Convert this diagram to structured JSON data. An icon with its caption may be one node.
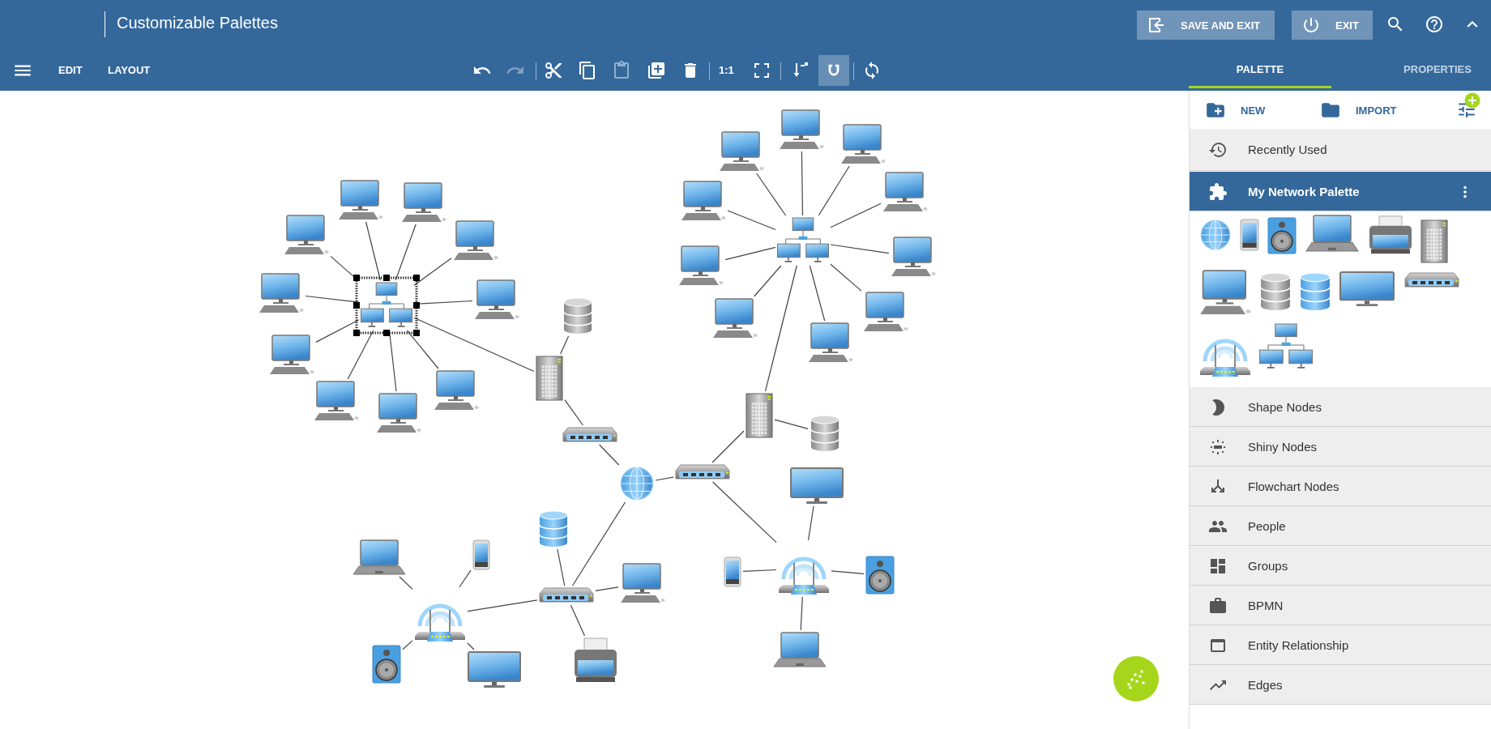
{
  "diagram": {
    "title": "Customizable Palettes",
    "nodes": [
      {
        "text": [],
        "shape": "picture"
      },
      {
        "text": [],
        "shape": "picture"
      },
      {
        "text": [],
        "shape": "picture"
      },
      {
        "text": [],
        "shape": "picture"
      },
      {
        "text": [],
        "shape": "picture"
      },
      {
        "text": [],
        "shape": "picture"
      },
      {
        "text": [],
        "shape": "picture"
      },
      {
        "text": [],
        "shape": "picture"
      },
      {
        "text": [],
        "shape": "picture"
      },
      {
        "text": [],
        "shape": "picture"
      },
      {
        "text": [],
        "shape": "picture"
      },
      {
        "text": [],
        "shape": "picture"
      },
      {
        "text": [],
        "shape": "picture"
      },
      {
        "text": [],
        "shape": "picture"
      },
      {
        "text": [],
        "shape": "picture"
      },
      {
        "text": [],
        "shape": "picture"
      },
      {
        "text": [],
        "shape": "picture"
      },
      {
        "text": [],
        "shape": "picture"
      },
      {
        "text": [],
        "shape": "picture"
      },
      {
        "text": [],
        "shape": "picture"
      },
      {
        "text": [],
        "shape": "picture"
      },
      {
        "text": [],
        "shape": "picture"
      },
      {
        "text": [],
        "shape": "picture"
      },
      {
        "text": [],
        "shape": "picture"
      },
      {
        "text": [],
        "shape": "picture"
      },
      {
        "text": [],
        "shape": "picture"
      },
      {
        "text": [],
        "shape": "picture"
      },
      {
        "text": [],
        "shape": "picture"
      },
      {
        "text": [],
        "shape": "picture"
      },
      {
        "text": [],
        "shape": "picture"
      },
      {
        "text": [],
        "shape": "picture"
      },
      {
        "text": [],
        "shape": "picture"
      },
      {
        "text": [],
        "shape": "picture"
      },
      {
        "text": [],
        "shape": "picture"
      },
      {
        "text": [],
        "shape": "picture"
      },
      {
        "text": [],
        "shape": "picture"
      },
      {
        "text": [],
        "shape": "picture"
      },
      {
        "text": [],
        "shape": "picture"
      },
      {
        "text": [],
        "shape": "picture"
      },
      {
        "text": [],
        "shape": "picture"
      },
      {
        "text": [],
        "shape": "picture"
      },
      {
        "text": [],
        "shape": "picture"
      },
      {
        "text": [],
        "shape": "picture"
      }
    ],
    "edges": [
      {
        "from": 0,
        "to": 1,
        "arrow": "none"
      },
      {
        "from": 0,
        "to": 2,
        "arrow": "none"
      },
      {
        "from": 0,
        "to": 3,
        "arrow": "none"
      },
      {
        "from": 0,
        "to": 4,
        "arrow": "none"
      },
      {
        "from": 0,
        "to": 5,
        "arrow": "none"
      },
      {
        "from": 0,
        "to": 6,
        "arrow": "none"
      },
      {
        "from": 0,
        "to": 7,
        "arrow": "none"
      },
      {
        "from": 0,
        "to": 8,
        "arrow": "none"
      },
      {
        "from": 0,
        "to": 9,
        "arrow": "none"
      },
      {
        "from": 0,
        "to": 10,
        "arrow": "none"
      },
      {
        "from": 0,
        "to": 12,
        "arrow": "none"
      },
      {
        "from": 11,
        "to": 12,
        "arrow": "none"
      },
      {
        "from": 12,
        "to": 13,
        "arrow": "none"
      },
      {
        "from": 13,
        "to": 14,
        "arrow": "none"
      },
      {
        "from": 14,
        "to": 15,
        "arrow": "none"
      },
      {
        "from": 15,
        "to": 16,
        "arrow": "none"
      },
      {
        "from": 16,
        "to": 17,
        "arrow": "none"
      },
      {
        "from": 16,
        "to": 18,
        "arrow": "none"
      },
      {
        "from": 18,
        "to": 19,
        "arrow": "none"
      },
      {
        "from": 18,
        "to": 20,
        "arrow": "none"
      },
      {
        "from": 18,
        "to": 21,
        "arrow": "none"
      },
      {
        "from": 18,
        "to": 22,
        "arrow": "none"
      },
      {
        "from": 18,
        "to": 23,
        "arrow": "none"
      },
      {
        "from": 18,
        "to": 24,
        "arrow": "none"
      },
      {
        "from": 18,
        "to": 25,
        "arrow": "none"
      },
      {
        "from": 18,
        "to": 26,
        "arrow": "none"
      },
      {
        "from": 18,
        "to": 27,
        "arrow": "none"
      },
      {
        "from": 18,
        "to": 28,
        "arrow": "none"
      },
      {
        "from": 15,
        "to": 30,
        "arrow": "none"
      },
      {
        "from": 30,
        "to": 29,
        "arrow": "none"
      },
      {
        "from": 30,
        "to": 31,
        "arrow": "none"
      },
      {
        "from": 30,
        "to": 32,
        "arrow": "none"
      },
      {
        "from": 30,
        "to": 33,
        "arrow": "none"
      },
      {
        "from": 14,
        "to": 35,
        "arrow": "none"
      },
      {
        "from": 34,
        "to": 35,
        "arrow": "none"
      },
      {
        "from": 35,
        "to": 36,
        "arrow": "none"
      },
      {
        "from": 35,
        "to": 37,
        "arrow": "none"
      },
      {
        "from": 35,
        "to": 38,
        "arrow": "none"
      },
      {
        "from": 38,
        "to": 39,
        "arrow": "none"
      },
      {
        "from": 38,
        "to": 40,
        "arrow": "none"
      },
      {
        "from": 38,
        "to": 41,
        "arrow": "none"
      },
      {
        "from": 38,
        "to": 42,
        "arrow": "none"
      }
    ],
    "labels": [
      "SAVE AND EXIT",
      "EXIT",
      "EDIT",
      "LAYOUT",
      "1:1",
      "PALETTE",
      "PROPERTIES",
      "NEW",
      "IMPORT",
      "Recently Used",
      "My Network Palette",
      "Shape Nodes",
      "Shiny Nodes",
      "Flowchart Nodes",
      "People",
      "Groups",
      "BPMN",
      "Entity Relationship",
      "Edges"
    ]
  }
}
